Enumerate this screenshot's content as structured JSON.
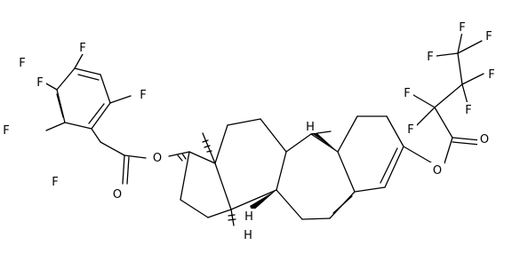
{
  "diagram": {
    "atoms": {
      "fluorine": "F",
      "oxygen": "O",
      "hydrogen": "H"
    }
  }
}
